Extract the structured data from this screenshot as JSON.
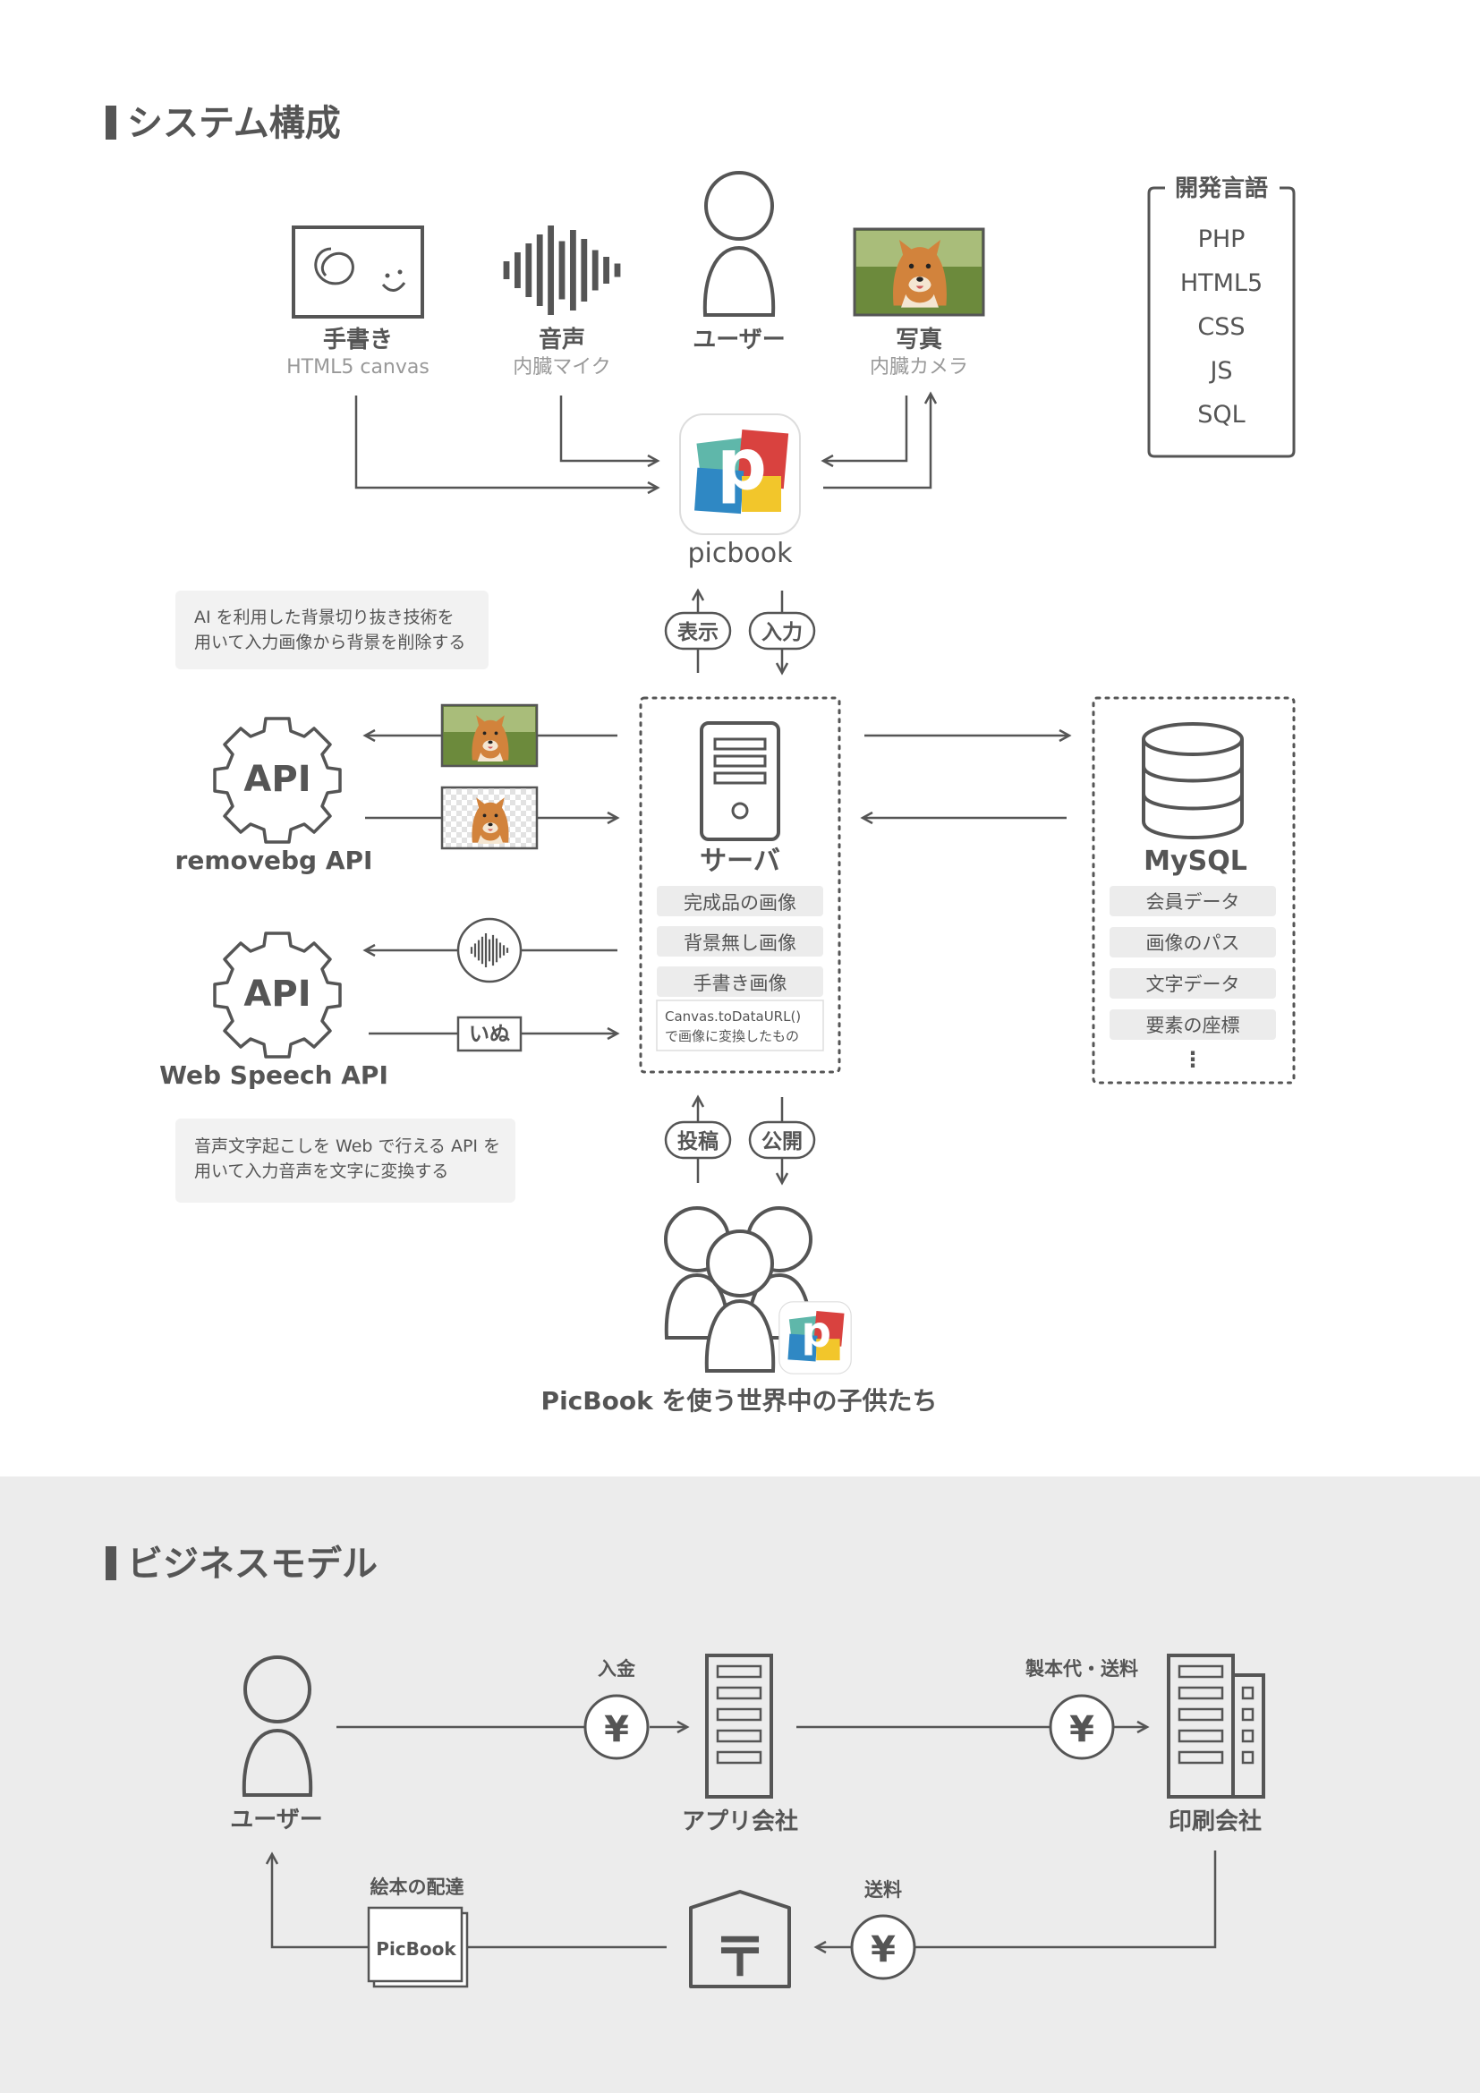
{
  "system": {
    "heading": "システム構成",
    "inputs": [
      {
        "title": "手書き",
        "sub": "HTML5 canvas"
      },
      {
        "title": "音声",
        "sub": "内臓マイク"
      },
      {
        "title": "ユーザー",
        "sub": ""
      },
      {
        "title": "写真",
        "sub": "内臓カメラ"
      }
    ],
    "languages": {
      "title": "開発言語",
      "items": [
        "PHP",
        "HTML5",
        "CSS",
        "JS",
        "SQL"
      ]
    },
    "app": {
      "name": "picbook",
      "logo_letter": "p"
    },
    "arrows_top": {
      "display": "表示",
      "input": "入力"
    },
    "arrows_bottom": {
      "post": "投稿",
      "publish": "公開"
    },
    "removebg_note": [
      "AI を利用した背景切り抜き技術を",
      "用いて入力画像から背景を削除する"
    ],
    "speech_note": [
      "音声文字起こしを Web で行える API を",
      "用いて入力音声を文字に変換する"
    ],
    "api_icon_label": "API",
    "removebg": {
      "name": "removebg API"
    },
    "webspeech": {
      "name": "Web Speech API",
      "text_tag": "いぬ"
    },
    "server": {
      "title": "サーバ",
      "items": [
        "完成品の画像",
        "背景無し画像",
        "手書き画像"
      ],
      "note": [
        "Canvas.toDataURL()",
        "で画像に変換したもの"
      ]
    },
    "mysql": {
      "title": "MySQL",
      "items": [
        "会員データ",
        "画像のパス",
        "文字データ",
        "要素の座標"
      ],
      "more": "⋮"
    },
    "children": {
      "caption": "PicBook を使う世界中の子供たち"
    }
  },
  "business": {
    "heading": "ビジネスモデル",
    "user": "ユーザー",
    "app_company": "アプリ会社",
    "printer": "印刷会社",
    "payment_label": "入金",
    "binding_label": "製本代・送料",
    "shipping_label": "送料",
    "delivery_label": "絵本の配達",
    "book_label": "PicBook",
    "yen": "¥",
    "post_mark": "〒"
  },
  "colors": {
    "ink": "#555555",
    "light_bg": "#ececec",
    "logo_red": "#d9423f",
    "logo_teal": "#5fb7aa",
    "logo_blue": "#2f88c4",
    "logo_yellow": "#f2c62b"
  }
}
